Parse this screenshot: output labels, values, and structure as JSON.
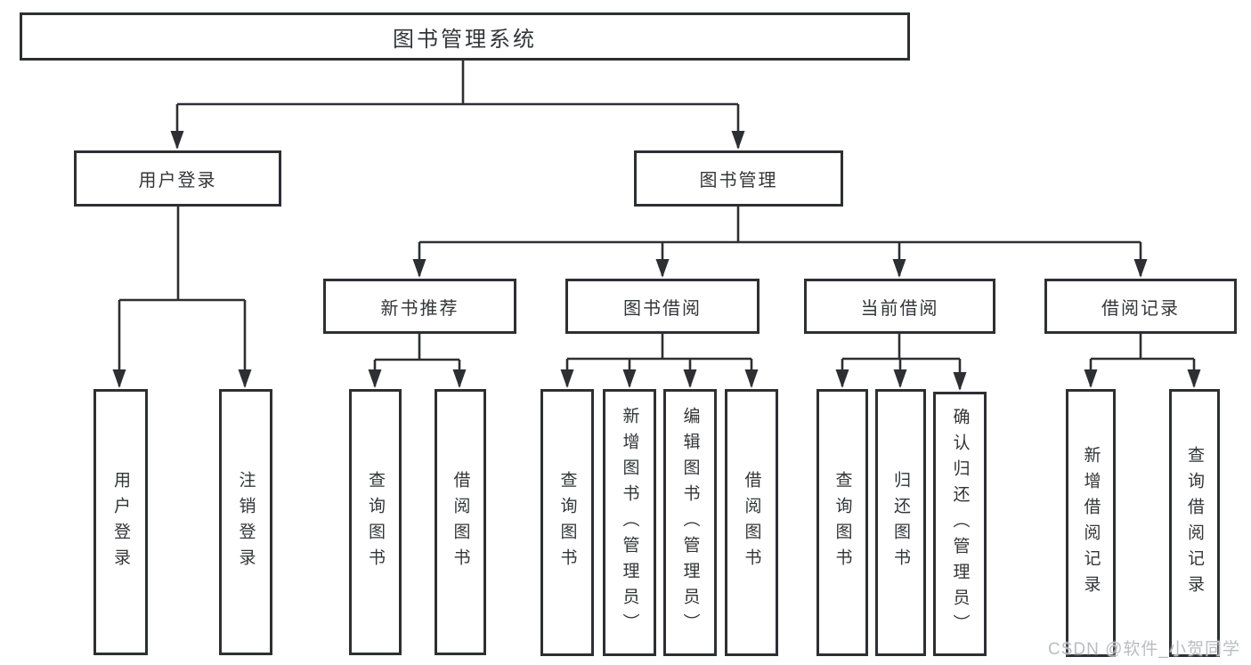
{
  "diagram": {
    "root": {
      "label": "图书管理系统"
    },
    "branches": [
      {
        "label": "用户登录",
        "children": [
          {
            "label": "用户登录"
          },
          {
            "label": "注销登录"
          }
        ]
      },
      {
        "label": "图书管理",
        "children": [
          {
            "label": "新书推荐",
            "children": [
              {
                "label": "查询图书"
              },
              {
                "label": "借阅图书"
              }
            ]
          },
          {
            "label": "图书借阅",
            "children": [
              {
                "label": "查询图书"
              },
              {
                "label": "新增图书（管理员）"
              },
              {
                "label": "编辑图书（管理员）"
              },
              {
                "label": "借阅图书"
              }
            ]
          },
          {
            "label": "当前借阅",
            "children": [
              {
                "label": "查询图书"
              },
              {
                "label": "归还图书"
              },
              {
                "label": "确认归还（管理员）"
              }
            ]
          },
          {
            "label": "借阅记录",
            "children": [
              {
                "label": "新增借阅记录"
              },
              {
                "label": "查询借阅记录"
              }
            ]
          }
        ]
      }
    ]
  },
  "watermark": {
    "text": "CSDN @软件_小贺同学"
  },
  "colors": {
    "line": "#2d2f33",
    "text": "#333538",
    "watermark": "#b9bcc1",
    "background": "#ffffff"
  }
}
